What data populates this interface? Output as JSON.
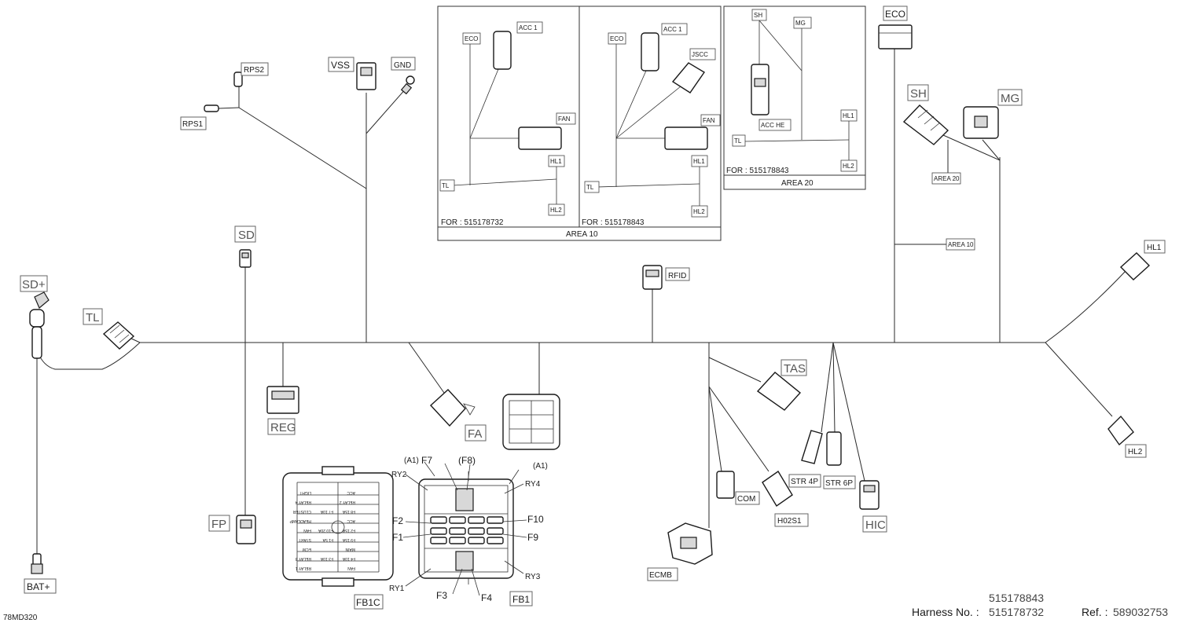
{
  "labels": {
    "sd_plus": "SD+",
    "tl": "TL",
    "sd": "SD",
    "bat_plus": "BAT+",
    "fp": "FP",
    "rps1": "RPS1",
    "rps2": "RPS2",
    "vss": "VSS",
    "gnd": "GND",
    "reg": "REG",
    "fa": "FA",
    "fb1c": "FB1C",
    "fb1": "FB1",
    "rfid": "RFID",
    "eco": "ECO",
    "sh": "SH",
    "mg": "MG",
    "area20_tag": "AREA 20",
    "area10_tag": "AREA 10",
    "hl1": "HL1",
    "hl2": "HL2",
    "tas": "TAS",
    "com": "COM",
    "ho2s1": "H02S1",
    "str4p": "STR 4P",
    "str6p": "STR 6P",
    "hic": "HIC",
    "ecmb": "ECMB"
  },
  "fusebox": {
    "a1_left": "(A1)",
    "a1_right": "(A1)",
    "f7": "F7",
    "f8": "(F8)",
    "ry2": "RY2",
    "ry4": "RY4",
    "f2": "F2",
    "f1": "F1",
    "f10": "F10",
    "f9": "F9",
    "ry1": "RY1",
    "ry3": "RY3",
    "f3": "F3",
    "f4": "F4"
  },
  "fuse_cover": [
    [
      "LIGHT",
      "",
      "ACC"
    ],
    [
      "RELAY 4",
      "",
      "RELAY 2"
    ],
    [
      "CLUSTER",
      "F7 10A",
      "F8 15A"
    ],
    [
      "HEADLAMP",
      "",
      "ACC"
    ],
    [
      "FAN",
      "F10 20A",
      "F2 15A"
    ],
    [
      "START",
      "F1 5A",
      "F9 15A"
    ],
    [
      "ECM",
      "",
      "MAIN"
    ],
    [
      "RELAY 3",
      "F3 10A",
      "F4 10A"
    ],
    [
      "RELAY 1",
      "",
      "FAN"
    ]
  ],
  "insets": {
    "area10": {
      "title": "AREA 10",
      "left": {
        "eco": "ECO",
        "acc1": "ACC 1",
        "fan": "FAN",
        "hl1": "HL1",
        "tl": "TL",
        "hl2": "HL2",
        "note": "FOR : 515178732"
      },
      "right": {
        "eco": "ECO",
        "acc1": "ACC 1",
        "jscc": "JSCC",
        "fan": "FAN",
        "hl1": "HL1",
        "tl": "TL",
        "hl2": "HL2",
        "note": "FOR : 515178843"
      }
    },
    "area20": {
      "title": "AREA 20",
      "sh": "SH",
      "mg": "MG",
      "acc_he": "ACC HE",
      "hl1": "HL1",
      "tl": "TL",
      "hl2": "HL2",
      "note": "FOR : 515178843"
    }
  },
  "footer": {
    "drawing_id": "78MD320",
    "harness_label": "Harness No. :",
    "harness_no_1": "515178843",
    "harness_no_2": "515178732",
    "ref_label": "Ref. :",
    "ref_no": "589032753"
  }
}
